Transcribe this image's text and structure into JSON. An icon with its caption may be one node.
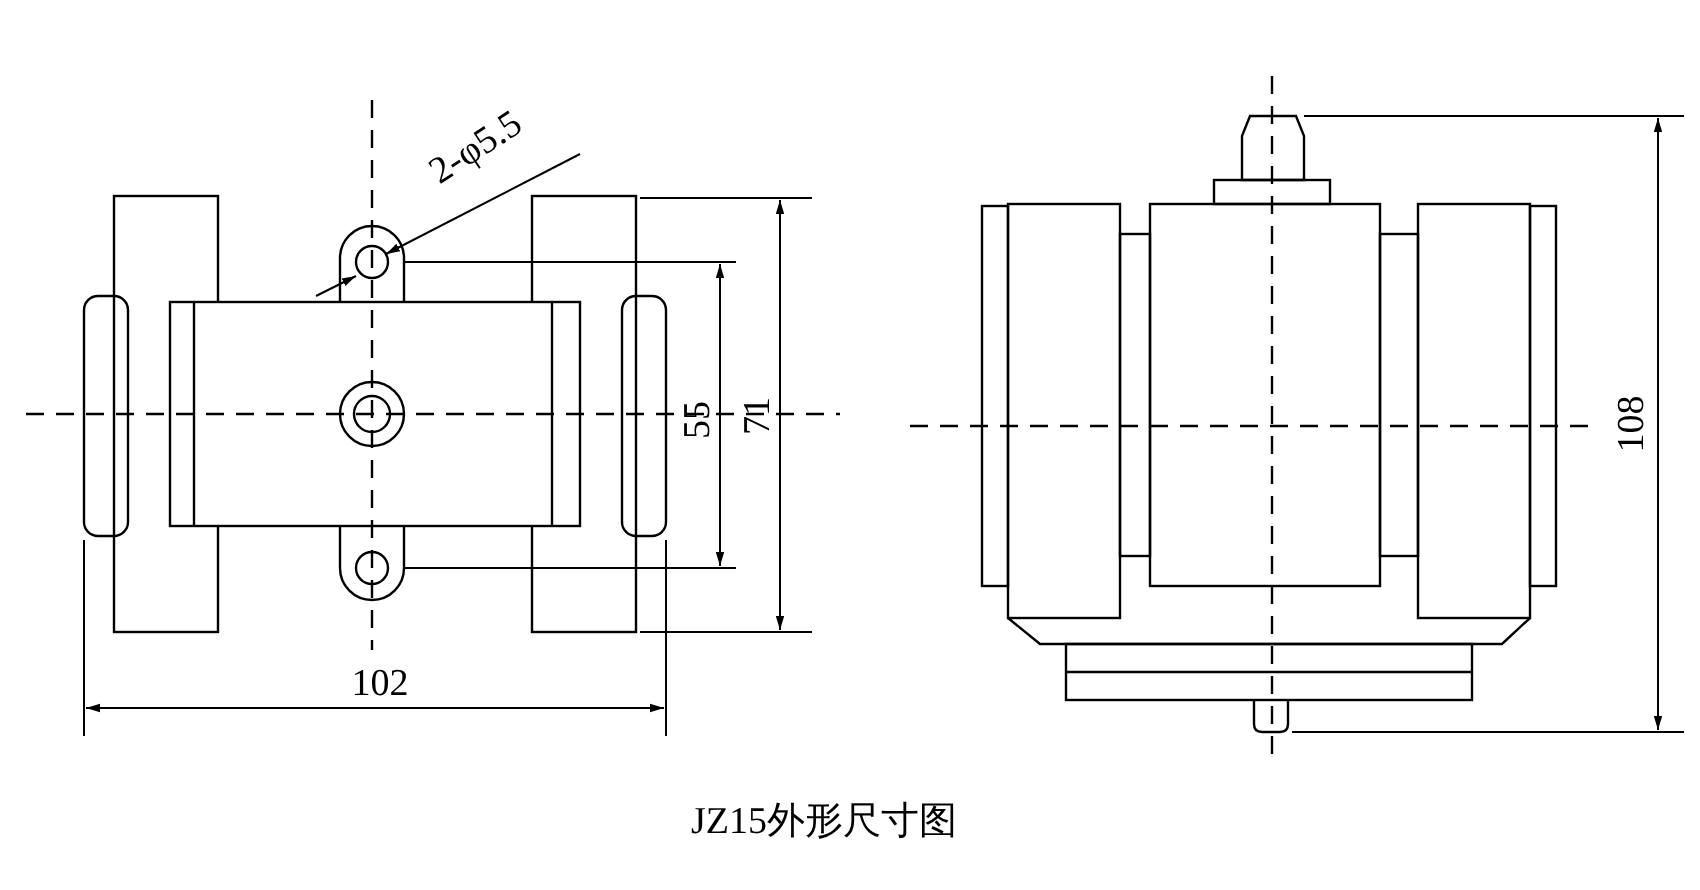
{
  "diagram": {
    "caption": "JZ15外形尺寸图",
    "labels": [
      "2-φ5.5",
      "55",
      "71",
      "102",
      "108"
    ]
  }
}
